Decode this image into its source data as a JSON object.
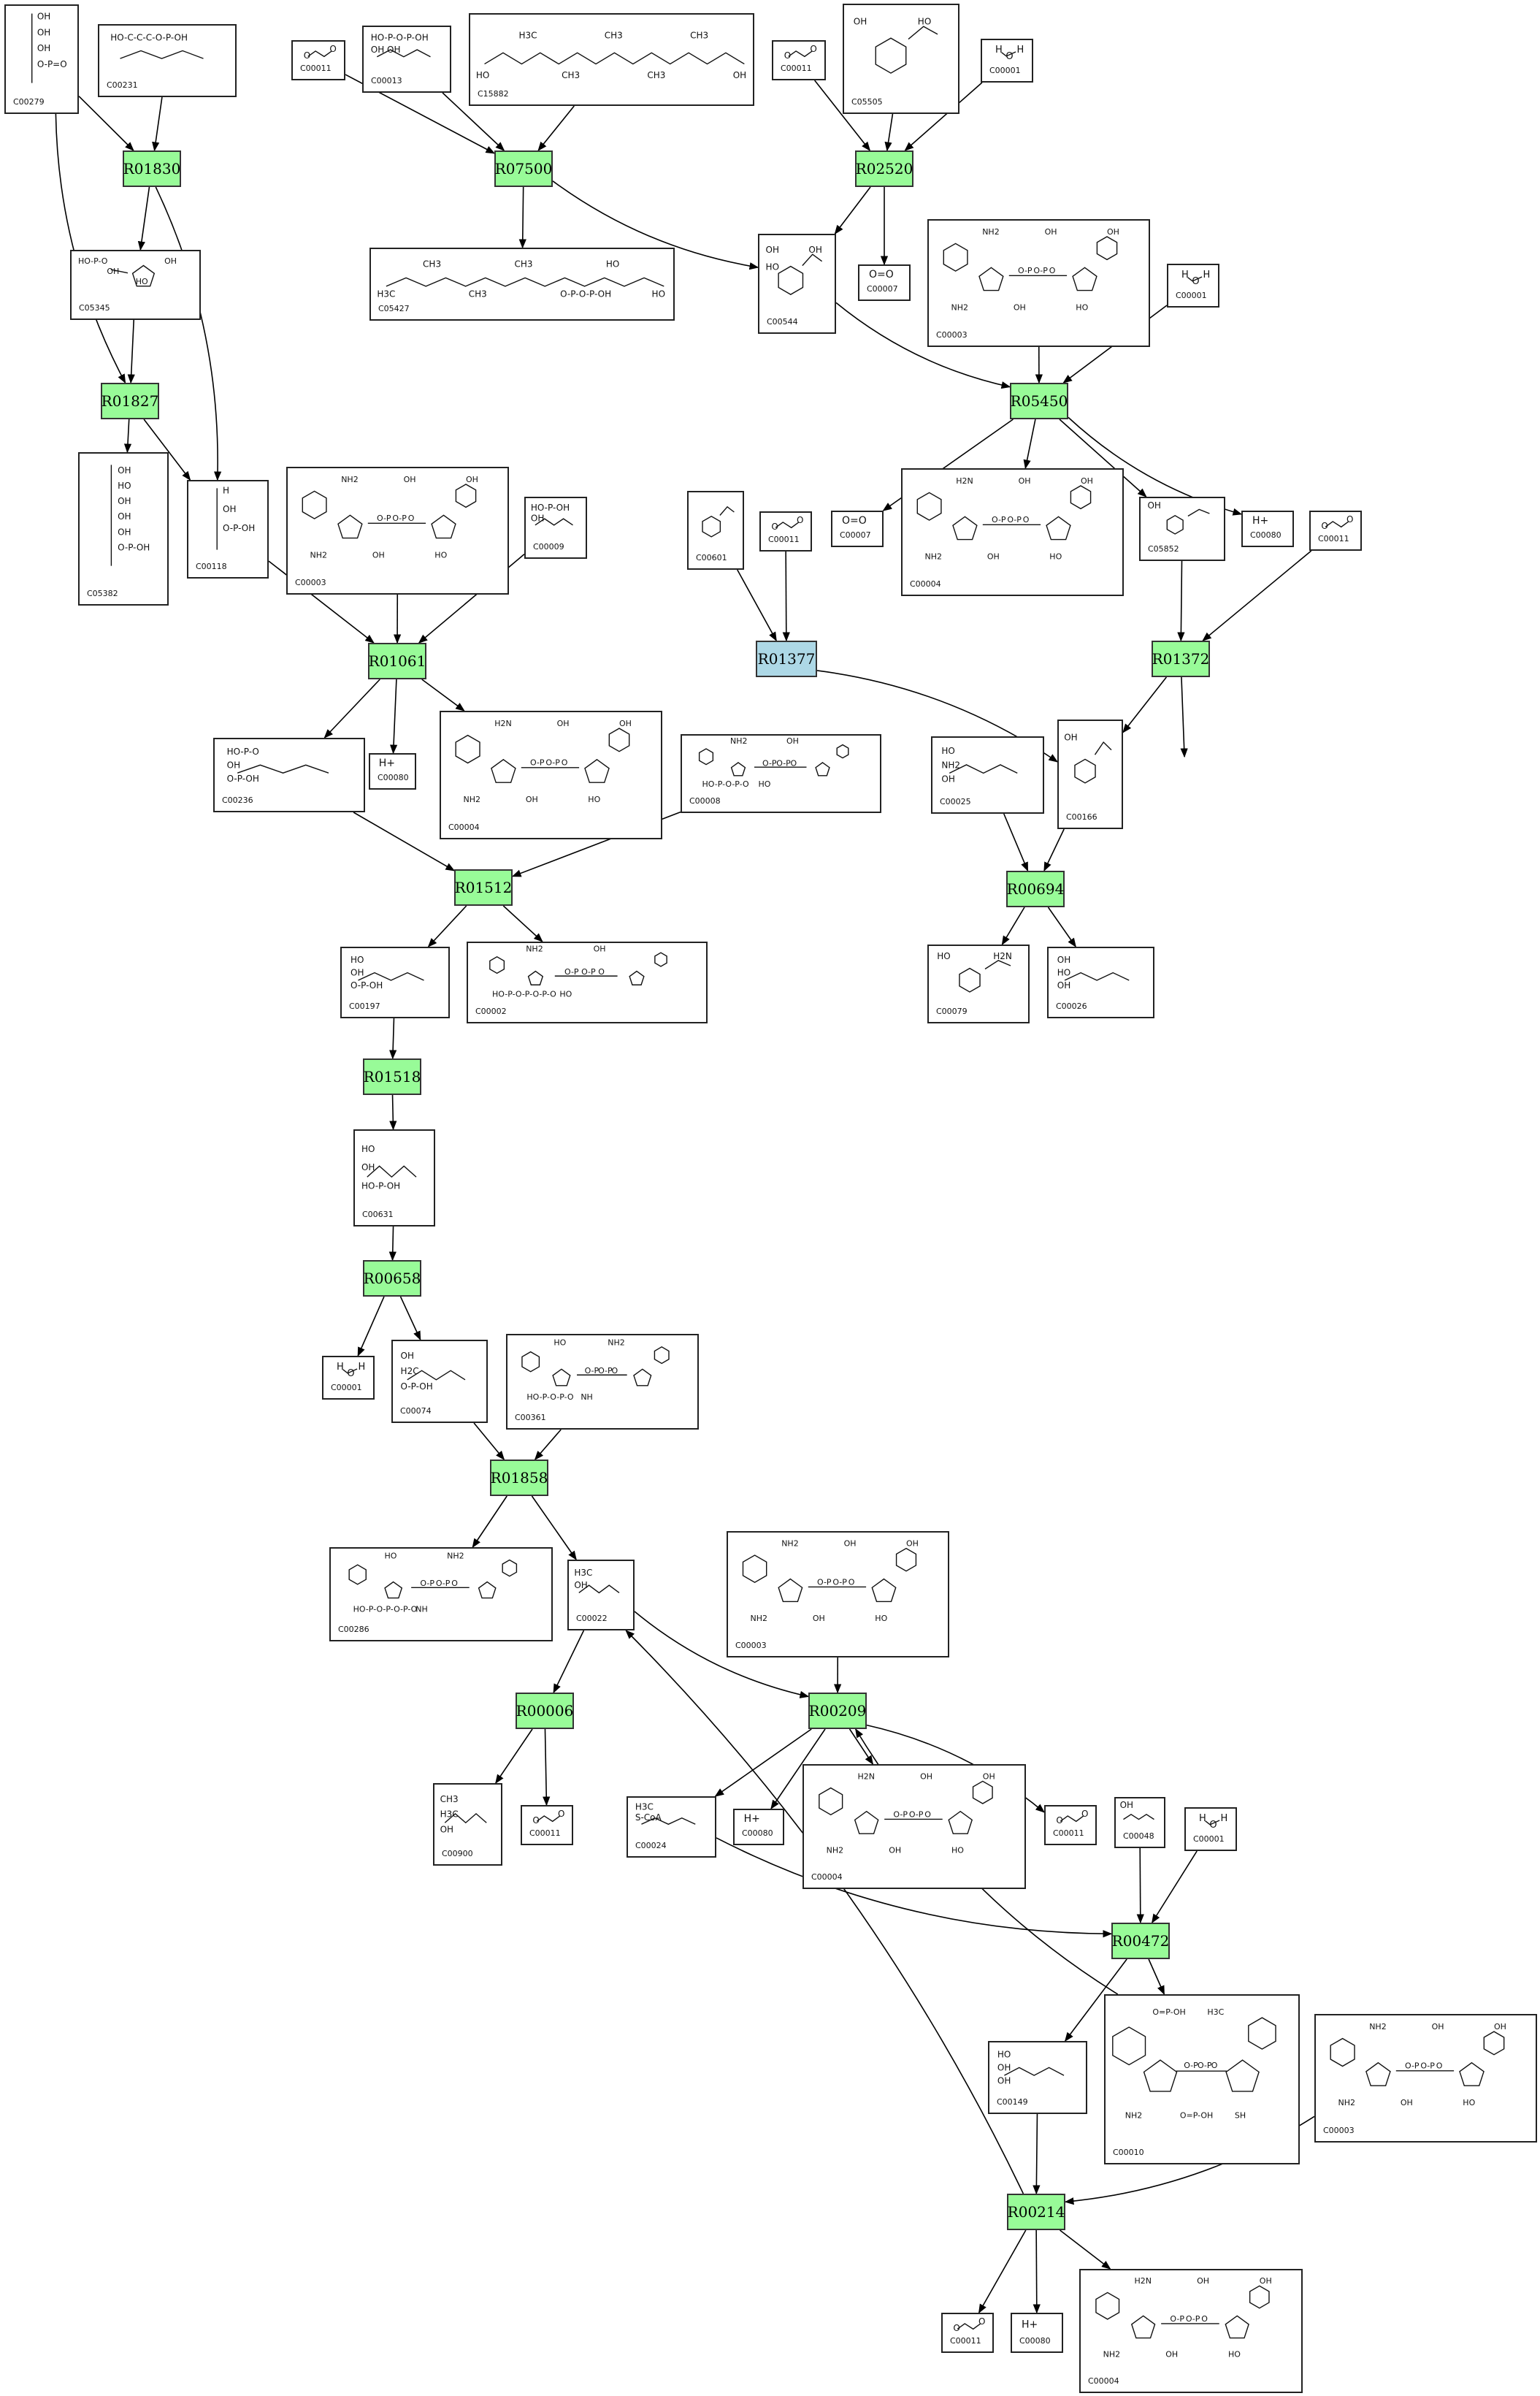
{
  "colors": {
    "reaction_fill": "#98FB98",
    "highlight_fill": "#ADD8E6",
    "compound_border": "#222222",
    "edge": "#000000"
  },
  "reactions": [
    {
      "id": "R01830",
      "label": "R01830"
    },
    {
      "id": "R07500",
      "label": "R07500"
    },
    {
      "id": "R02520",
      "label": "R02520"
    },
    {
      "id": "R01827",
      "label": "R01827"
    },
    {
      "id": "R05450",
      "label": "R05450"
    },
    {
      "id": "R01061",
      "label": "R01061"
    },
    {
      "id": "R01377",
      "label": "R01377",
      "highlight": true
    },
    {
      "id": "R01372",
      "label": "R01372"
    },
    {
      "id": "R01512",
      "label": "R01512"
    },
    {
      "id": "R00694",
      "label": "R00694"
    },
    {
      "id": "R01518",
      "label": "R01518"
    },
    {
      "id": "R00658",
      "label": "R00658"
    },
    {
      "id": "R01858",
      "label": "R01858"
    },
    {
      "id": "R00209",
      "label": "R00209"
    },
    {
      "id": "R00006",
      "label": "R00006"
    },
    {
      "id": "R00472",
      "label": "R00472"
    },
    {
      "id": "R00214",
      "label": "R00214"
    }
  ],
  "compounds": [
    {
      "key": "c00279",
      "id": "C00279",
      "struct": "chain",
      "text": [
        "OH",
        "OH",
        "OH",
        "O-P=O"
      ]
    },
    {
      "key": "c00231",
      "id": "C00231",
      "struct": "formula",
      "text": [
        "HO-C-C-C-O-P-OH"
      ]
    },
    {
      "key": "c00011a",
      "id": "C00011",
      "struct": "co2"
    },
    {
      "key": "c00013",
      "id": "C00013",
      "struct": "formula",
      "text": [
        "HO-P-O-P-OH",
        "OH  OH"
      ]
    },
    {
      "key": "c15882",
      "id": "C15882",
      "struct": "chainlong",
      "text": [
        "HO",
        "H3C",
        "CH3",
        "CH3",
        "CH3",
        "CH3",
        "OH"
      ]
    },
    {
      "key": "c00011b",
      "id": "C00011",
      "struct": "co2"
    },
    {
      "key": "c05505",
      "id": "C05505",
      "struct": "ring",
      "text": [
        "OH",
        "HO"
      ]
    },
    {
      "key": "c00001a",
      "id": "C00001",
      "struct": "water",
      "text": [
        "H",
        "O",
        "H"
      ]
    },
    {
      "key": "c05345",
      "id": "C05345",
      "struct": "sugar",
      "text": [
        "HO-P-O",
        "OH",
        "HO",
        "OH"
      ]
    },
    {
      "key": "c05427",
      "id": "C05427",
      "struct": "chainlong",
      "text": [
        "H3C",
        "CH3",
        "CH3",
        "CH3",
        "O-P-O-P-OH",
        "HO",
        "HO"
      ]
    },
    {
      "key": "c00544",
      "id": "C00544",
      "struct": "ring",
      "text": [
        "OH",
        "OH",
        "HO"
      ]
    },
    {
      "key": "c00007a",
      "id": "C00007",
      "struct": "o2",
      "text": [
        "O=O"
      ]
    },
    {
      "key": "c00003a",
      "id": "C00003",
      "struct": "nad",
      "text": [
        "NH2",
        "NH2",
        "OH",
        "OH",
        "HO",
        "OH"
      ]
    },
    {
      "key": "c00001b",
      "id": "C00001",
      "struct": "water",
      "text": [
        "H",
        "O",
        "H"
      ]
    },
    {
      "key": "c05382",
      "id": "C05382",
      "struct": "chain",
      "text": [
        "OH",
        "HO",
        "OH",
        "OH",
        "OH",
        "O-P-OH"
      ]
    },
    {
      "key": "c00118",
      "id": "C00118",
      "struct": "chain",
      "text": [
        "H",
        "OH",
        "O-P-OH"
      ]
    },
    {
      "key": "c00003b",
      "id": "C00003",
      "struct": "nad",
      "text": [
        "NH2",
        "NH2",
        "OH",
        "OH",
        "HO",
        "OH"
      ]
    },
    {
      "key": "c00009",
      "id": "C00009",
      "struct": "formula",
      "text": [
        "HO-P-OH",
        "OH"
      ]
    },
    {
      "key": "c00601",
      "id": "C00601",
      "struct": "ring",
      "text": []
    },
    {
      "key": "c00011c",
      "id": "C00011",
      "struct": "co2"
    },
    {
      "key": "c00007b",
      "id": "C00007",
      "struct": "o2",
      "text": [
        "O=O"
      ]
    },
    {
      "key": "c00004a",
      "id": "C00004",
      "struct": "nad",
      "text": [
        "NH2",
        "H2N",
        "OH",
        "OH",
        "HO",
        "OH"
      ]
    },
    {
      "key": "c05852",
      "id": "C05852",
      "struct": "ring",
      "text": [
        "OH"
      ]
    },
    {
      "key": "c00080a",
      "id": "C00080",
      "struct": "proton",
      "text": [
        "H+"
      ]
    },
    {
      "key": "c00011d",
      "id": "C00011",
      "struct": "co2"
    },
    {
      "key": "c00236",
      "id": "C00236",
      "struct": "formula",
      "text": [
        "HO-P-O",
        "OH",
        "O-P-OH"
      ]
    },
    {
      "key": "c00080b",
      "id": "C00080",
      "struct": "proton",
      "text": [
        "H+"
      ]
    },
    {
      "key": "c00004b",
      "id": "C00004",
      "struct": "nad",
      "text": [
        "NH2",
        "H2N",
        "OH",
        "OH",
        "HO",
        "OH"
      ]
    },
    {
      "key": "c00008",
      "id": "C00008",
      "struct": "nad",
      "text": [
        "HO-P-O-P-O",
        "NH2",
        "HO",
        "OH"
      ]
    },
    {
      "key": "c00025",
      "id": "C00025",
      "struct": "formula",
      "text": [
        "HO",
        "NH2",
        "OH"
      ]
    },
    {
      "key": "c00166",
      "id": "C00166",
      "struct": "ring",
      "text": [
        "OH"
      ]
    },
    {
      "key": "c00197",
      "id": "C00197",
      "struct": "formula",
      "text": [
        "HO",
        "OH",
        "O-P-OH"
      ]
    },
    {
      "key": "c00002",
      "id": "C00002",
      "struct": "nad",
      "text": [
        "HO-P-O-P-O-P-O",
        "NH2",
        "HO",
        "OH"
      ]
    },
    {
      "key": "c00079",
      "id": "C00079",
      "struct": "ring",
      "text": [
        "HO",
        "H2N"
      ]
    },
    {
      "key": "c00026",
      "id": "C00026",
      "struct": "formula",
      "text": [
        "OH",
        "HO",
        "OH"
      ]
    },
    {
      "key": "c00631",
      "id": "C00631",
      "struct": "formula",
      "text": [
        "HO",
        "OH",
        "HO-P-OH"
      ]
    },
    {
      "key": "c00001c",
      "id": "C00001",
      "struct": "water",
      "text": [
        "H",
        "O",
        "H"
      ]
    },
    {
      "key": "c00074",
      "id": "C00074",
      "struct": "formula",
      "text": [
        "OH",
        "H2C",
        "O-P-OH"
      ]
    },
    {
      "key": "c00361",
      "id": "C00361",
      "struct": "nad",
      "text": [
        "HO-P-O-P-O",
        "HO",
        "NH",
        "NH2"
      ]
    },
    {
      "key": "c00286",
      "id": "C00286",
      "struct": "nad",
      "text": [
        "HO-P-O-P-O-P-O",
        "HO",
        "NH",
        "NH2"
      ]
    },
    {
      "key": "c00022",
      "id": "C00022",
      "struct": "formula",
      "text": [
        "H3C",
        "OH"
      ]
    },
    {
      "key": "c00003c",
      "id": "C00003",
      "struct": "nad",
      "text": [
        "NH2",
        "NH2",
        "OH",
        "OH",
        "HO",
        "OH"
      ]
    },
    {
      "key": "c00900",
      "id": "C00900",
      "struct": "formula",
      "text": [
        "CH3",
        "H3C",
        "OH"
      ]
    },
    {
      "key": "c00011e",
      "id": "C00011",
      "struct": "co2"
    },
    {
      "key": "c00024",
      "id": "C00024",
      "struct": "formula",
      "text": [
        "H3C",
        "S-CoA"
      ]
    },
    {
      "key": "c00080c",
      "id": "C00080",
      "struct": "proton",
      "text": [
        "H+"
      ]
    },
    {
      "key": "c00004c",
      "id": "C00004",
      "struct": "nad",
      "text": [
        "NH2",
        "H2N",
        "OH",
        "OH",
        "HO",
        "OH"
      ]
    },
    {
      "key": "c00011f",
      "id": "C00011",
      "struct": "co2"
    },
    {
      "key": "c00048",
      "id": "C00048",
      "struct": "formula",
      "text": [
        "OH"
      ]
    },
    {
      "key": "c00001d",
      "id": "C00001",
      "struct": "water",
      "text": [
        "H",
        "O",
        "H"
      ]
    },
    {
      "key": "c00149",
      "id": "C00149",
      "struct": "formula",
      "text": [
        "HO",
        "OH",
        "OH"
      ]
    },
    {
      "key": "c00010",
      "id": "C00010",
      "struct": "nad",
      "text": [
        "NH2",
        "O=P-OH",
        "O=P-OH",
        "H3C",
        "SH"
      ]
    },
    {
      "key": "c00003d",
      "id": "C00003",
      "struct": "nad",
      "text": [
        "NH2",
        "NH2",
        "OH",
        "OH",
        "HO",
        "OH"
      ]
    },
    {
      "key": "c00011g",
      "id": "C00011",
      "struct": "co2"
    },
    {
      "key": "c00080d",
      "id": "C00080",
      "struct": "proton",
      "text": [
        "H+"
      ]
    },
    {
      "key": "c00004d",
      "id": "C00004",
      "struct": "nad",
      "text": [
        "NH2",
        "H2N",
        "OH",
        "OH",
        "HO",
        "OH"
      ]
    }
  ],
  "edges": [
    {
      "from": "c00279",
      "to": "R01830"
    },
    {
      "from": "c00231",
      "to": "R01830"
    },
    {
      "from": "R01830",
      "to": "c05345"
    },
    {
      "from": "R01830",
      "to": "c00118"
    },
    {
      "from": "c00279",
      "to": "R01827"
    },
    {
      "from": "c05345",
      "to": "R01827"
    },
    {
      "from": "R01827",
      "to": "c05382"
    },
    {
      "from": "R01827",
      "to": "c00118"
    },
    {
      "from": "c00011a",
      "to": "R07500"
    },
    {
      "from": "c00013",
      "to": "R07500"
    },
    {
      "from": "c15882",
      "to": "R07500"
    },
    {
      "from": "R07500",
      "to": "c05427"
    },
    {
      "from": "R07500",
      "to": "c00544"
    },
    {
      "from": "c00011b",
      "to": "R02520"
    },
    {
      "from": "c05505",
      "to": "R02520"
    },
    {
      "from": "c00001a",
      "to": "R02520"
    },
    {
      "from": "R02520",
      "to": "c00544"
    },
    {
      "from": "R02520",
      "to": "c00007a"
    },
    {
      "from": "c00544",
      "to": "R05450"
    },
    {
      "from": "c00003a",
      "to": "R05450"
    },
    {
      "from": "c00001b",
      "to": "R05450"
    },
    {
      "from": "R05450",
      "to": "c00007b"
    },
    {
      "from": "R05450",
      "to": "c00004a"
    },
    {
      "from": "R05450",
      "to": "c05852"
    },
    {
      "from": "R05450",
      "to": "c00080a"
    },
    {
      "from": "c00118",
      "to": "R01061"
    },
    {
      "from": "c00003b",
      "to": "R01061"
    },
    {
      "from": "c00009",
      "to": "R01061"
    },
    {
      "from": "R01061",
      "to": "c00236"
    },
    {
      "from": "R01061",
      "to": "c00080b"
    },
    {
      "from": "R01061",
      "to": "c00004b"
    },
    {
      "from": "c00601",
      "to": "R01377"
    },
    {
      "from": "c00011c",
      "to": "R01377"
    },
    {
      "from": "R01377",
      "to": "c00166"
    },
    {
      "from": "c05852",
      "to": "R01372"
    },
    {
      "from": "c00011d",
      "to": "R01372"
    },
    {
      "from": "R01372",
      "to": "c00166"
    },
    {
      "from": "R01372",
      "to": "c00007c"
    },
    {
      "from": "c00236",
      "to": "R01512"
    },
    {
      "from": "c00008",
      "to": "R01512"
    },
    {
      "from": "R01512",
      "to": "c00197"
    },
    {
      "from": "R01512",
      "to": "c00002"
    },
    {
      "from": "c00025",
      "to": "R00694"
    },
    {
      "from": "c00166",
      "to": "R00694"
    },
    {
      "from": "R00694",
      "to": "c00079"
    },
    {
      "from": "R00694",
      "to": "c00026"
    },
    {
      "from": "c00197",
      "to": "R01518"
    },
    {
      "from": "R01518",
      "to": "c00631"
    },
    {
      "from": "c00631",
      "to": "R00658"
    },
    {
      "from": "R00658",
      "to": "c00001c"
    },
    {
      "from": "R00658",
      "to": "c00074"
    },
    {
      "from": "c00074",
      "to": "R01858"
    },
    {
      "from": "c00361",
      "to": "R01858"
    },
    {
      "from": "R01858",
      "to": "c00286"
    },
    {
      "from": "R01858",
      "to": "c00022"
    },
    {
      "from": "c00022",
      "to": "R00006"
    },
    {
      "from": "c00022",
      "to": "R00209"
    },
    {
      "from": "c00003c",
      "to": "R00209"
    },
    {
      "from": "R00006",
      "to": "c00900"
    },
    {
      "from": "R00006",
      "to": "c00011e"
    },
    {
      "from": "R00209",
      "to": "c00024"
    },
    {
      "from": "R00209",
      "to": "c00080c"
    },
    {
      "from": "R00209",
      "to": "c00004c"
    },
    {
      "from": "R00209",
      "to": "c00011f"
    },
    {
      "from": "c00024",
      "to": "R00472"
    },
    {
      "from": "c00048",
      "to": "R00472"
    },
    {
      "from": "c00001d",
      "to": "R00472"
    },
    {
      "from": "R00472",
      "to": "c00149"
    },
    {
      "from": "R00472",
      "to": "c00010"
    },
    {
      "from": "c00010",
      "to": "R00209"
    },
    {
      "from": "c00149",
      "to": "R00214"
    },
    {
      "from": "c00003d",
      "to": "R00214"
    },
    {
      "from": "R00214",
      "to": "c00022"
    },
    {
      "from": "R00214",
      "to": "c00011g"
    },
    {
      "from": "R00214",
      "to": "c00080d"
    },
    {
      "from": "R00214",
      "to": "c00004d"
    }
  ]
}
